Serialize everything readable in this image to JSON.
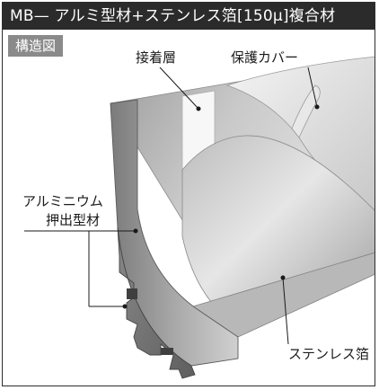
{
  "header": {
    "title": "MB— アルミ型材+ステンレス箔[150μ]複合材",
    "tag": "構造図"
  },
  "labels": {
    "adhesive_layer": "接着層",
    "protective_cover": "保護カバー",
    "aluminum_extrusion_line1": "アルミニウム",
    "aluminum_extrusion_line2": "押出型材",
    "stainless_foil": "ステンレス箔"
  },
  "colors": {
    "title_bg": "#2b2b2b",
    "tag_bg": "#8a8a8a",
    "metal_dark": "#6f6f6f",
    "metal_light": "#cfcfcf"
  }
}
